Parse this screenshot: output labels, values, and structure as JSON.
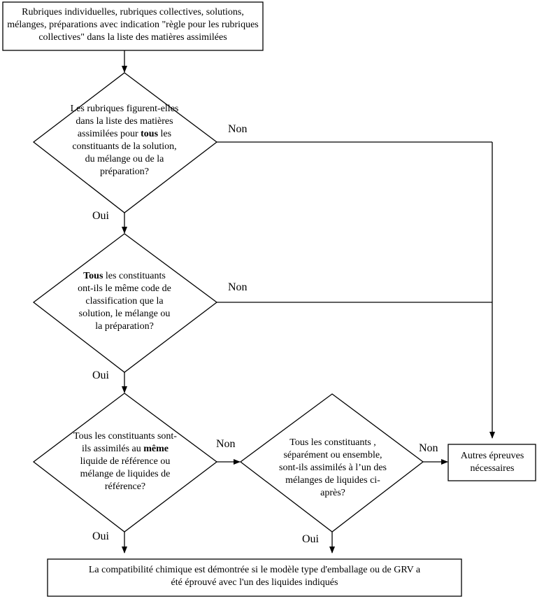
{
  "start_box": {
    "text": "Rubriques individuelles, rubriques collectives, solutions, mélanges, préparations avec indication \"règle pour les rubriques collectives\" dans la liste des matières assimilées"
  },
  "decision1": {
    "before": "Les rubriques figurent-elles dans la liste des matières assimilées pour",
    "bold": "tous",
    "after": "les constituants de la solution, du mélange ou de la préparation?"
  },
  "decision2": {
    "bold": "Tous",
    "after": "les constituants ont-ils le même code de classification que la solution, le mélange ou la préparation?"
  },
  "decision3": {
    "before": "Tous les constituants sont-ils assimilés au",
    "bold": "même",
    "after": "liquide de référence ou mélange de liquides de référence?"
  },
  "decision4": {
    "text": "Tous les constituants , séparément ou ensemble, sont-ils assimilés à l’un des mélanges de liquides ci-après?"
  },
  "other_tests_box": {
    "text": "Autres épreuves nécessaires"
  },
  "result_box": {
    "text": "La compatibilité chimique est démontrée si le modèle type d'emballage ou de GRV a été éprouvé avec l'un des liquides indiqués"
  },
  "labels": {
    "non1": "Non",
    "non2": "Non",
    "non3": "Non",
    "non4": "Non",
    "oui1": "Oui",
    "oui2": "Oui",
    "oui3": "Oui",
    "oui4": "Oui"
  }
}
